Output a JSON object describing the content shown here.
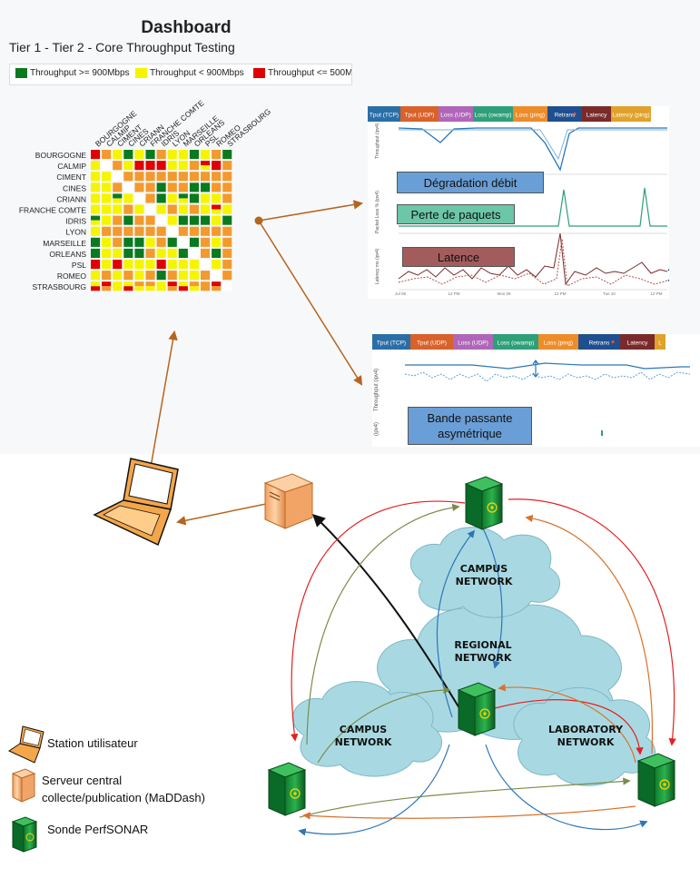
{
  "dashboard": {
    "title": "Dashboard",
    "subtitle": "Tier 1 - Tier 2 - Core Throughput Testing",
    "legend": [
      {
        "label": "Throughput >= 900Mbps",
        "color": "#0a7a1e"
      },
      {
        "label": "Throughput < 900Mbps",
        "color": "#f5f500"
      },
      {
        "label": "Throughput <= 500M",
        "color": "#e00000"
      }
    ],
    "sites": [
      "BOURGOGNE",
      "CALMIP",
      "CIMENT",
      "CINES",
      "CRIANN",
      "FRANCHE COMTE",
      "IDRIS",
      "LYON",
      "MARSEILLE",
      "ORLEANS",
      "PSL",
      "ROMEO",
      "STRASBOURG"
    ],
    "colors": {
      "g": "#0a7a1e",
      "y": "#f5f500",
      "r": "#e00000",
      "o": "#f29a2e",
      "w": "#ffffff"
    },
    "grid": [
      [
        "r",
        "o",
        "y",
        "g",
        "y",
        "g",
        "o",
        "y",
        "y",
        "g",
        "y",
        "o",
        "g"
      ],
      [
        "y",
        "w",
        "o",
        "y",
        "r",
        "r",
        "r",
        "y",
        "y",
        "o",
        "ry",
        "r",
        "o"
      ],
      [
        "y",
        "y",
        "w",
        "o",
        "o",
        "o",
        "o",
        "o",
        "o",
        "o",
        "o",
        "o",
        "o"
      ],
      [
        "y",
        "y",
        "o",
        "w",
        "o",
        "o",
        "g",
        "o",
        "o",
        "g",
        "g",
        "o",
        "o"
      ],
      [
        "y",
        "y",
        "gy",
        "y",
        "w",
        "o",
        "g",
        "y",
        "gy",
        "g",
        "y",
        "y",
        "o"
      ],
      [
        "y",
        "y",
        "y",
        "o",
        "y",
        "w",
        "y",
        "o",
        "y",
        "o",
        "y",
        "ry",
        "y"
      ],
      [
        "gy",
        "y",
        "o",
        "g",
        "o",
        "o",
        "w",
        "y",
        "g",
        "g",
        "g",
        "y",
        "g"
      ],
      [
        "y",
        "o",
        "o",
        "o",
        "o",
        "o",
        "o",
        "w",
        "o",
        "o",
        "o",
        "o",
        "o"
      ],
      [
        "g",
        "y",
        "o",
        "g",
        "g",
        "y",
        "o",
        "g",
        "w",
        "g",
        "o",
        "y",
        "o"
      ],
      [
        "g",
        "y",
        "y",
        "g",
        "g",
        "o",
        "y",
        "y",
        "g",
        "w",
        "o",
        "g",
        "o"
      ],
      [
        "r",
        "y",
        "r",
        "y",
        "y",
        "y",
        "r",
        "y",
        "y",
        "y",
        "w",
        "y",
        "o"
      ],
      [
        "y",
        "o",
        "y",
        "o",
        "y",
        "o",
        "g",
        "o",
        "y",
        "y",
        "o",
        "w",
        "o"
      ],
      [
        "yr",
        "ro",
        "y",
        "yr",
        "oy",
        "oy",
        "y",
        "ro",
        "yr",
        "oy",
        "o",
        "ro",
        "w"
      ]
    ]
  },
  "graph1": {
    "tabs": [
      {
        "label": "Tput (TCP)",
        "color": "#2b6ea6"
      },
      {
        "label": "Tput (UDP)",
        "color": "#d9622b"
      },
      {
        "label": "Loss (UDP)",
        "color": "#b066b8"
      },
      {
        "label": "Loss (owamp)",
        "color": "#2e9f79"
      },
      {
        "label": "Loss (ping)",
        "color": "#ee8c2a"
      },
      {
        "label": "Retrans",
        "color": "#1f4f8f"
      },
      {
        "label": "Latency",
        "color": "#7a2a2a"
      },
      {
        "label": "Latency (ping)",
        "color": "#e0a22a"
      }
    ],
    "ylabels": [
      "Throughput (ipv4)",
      "Packet Loss % (ipv4)",
      "Latency ms (ipv4)"
    ],
    "xticks": [
      "Jul 08",
      "12 PM",
      "Mon 09",
      "12 PM",
      "Tue 10",
      "12 PM"
    ],
    "callouts": {
      "throughput": "Dégradation débit",
      "loss": "Perte de paquets",
      "latency": "Latence"
    }
  },
  "graph2": {
    "tabs": [
      {
        "label": "Tput (TCP)",
        "color": "#2b6ea6"
      },
      {
        "label": "Tput (UDP)",
        "color": "#d9622b"
      },
      {
        "label": "Loss (UDP)",
        "color": "#b066b8"
      },
      {
        "label": "Loss (owamp)",
        "color": "#2e9f79"
      },
      {
        "label": "Loss (ping)",
        "color": "#ee8c2a"
      },
      {
        "label": "Retrans",
        "color": "#1f4f8f"
      },
      {
        "label": "Latency",
        "color": "#7a2a2a"
      },
      {
        "label": "L",
        "color": "#e0a22a"
      }
    ],
    "ylabel": "Throughput (ipv4)",
    "ylabel2": "(ipv4)",
    "callout_line1": "Bande passante",
    "callout_line2": "asymétrique"
  },
  "network": {
    "clouds": {
      "campus_top": [
        "CAMPUS",
        "NETWORK"
      ],
      "regional": [
        "REGIONAL",
        "NETWORK"
      ],
      "campus_left": [
        "CAMPUS",
        "NETWORK"
      ],
      "laboratory": [
        "LABORATORY",
        "NETWORK"
      ]
    }
  },
  "legend_bottom": {
    "station": "Station utilisateur",
    "server_line1": "Serveur central",
    "server_line2": "collecte/publication (MaDDash)",
    "probe": "Sonde PerfSONAR"
  }
}
